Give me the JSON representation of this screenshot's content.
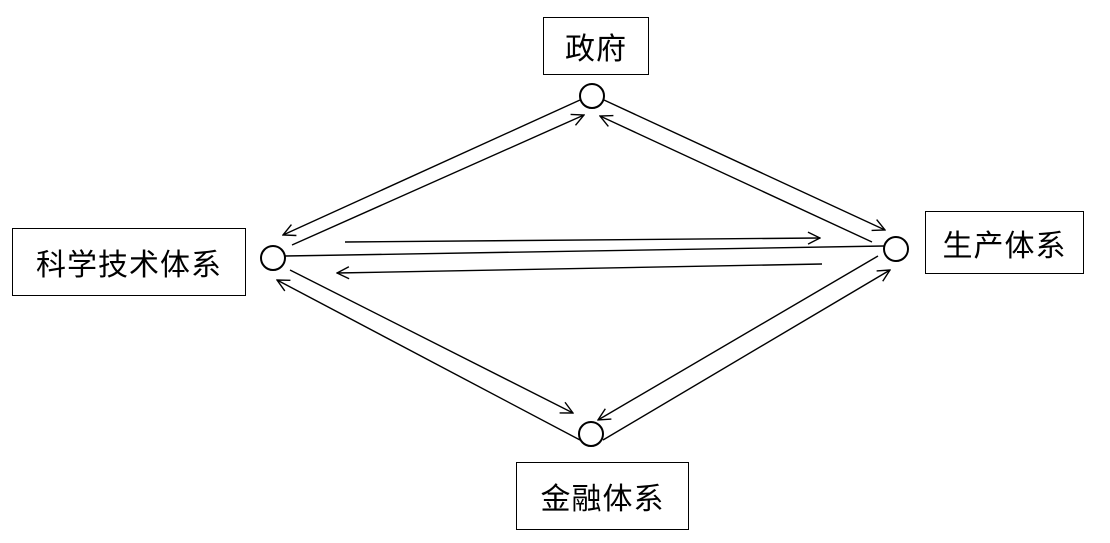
{
  "nodes": {
    "government": "政府",
    "science_tech": "科学技术体系",
    "production": "生产体系",
    "finance": "金融体系"
  },
  "edges": [
    {
      "from": "government",
      "to": "science_tech"
    },
    {
      "from": "science_tech",
      "to": "government"
    },
    {
      "from": "government",
      "to": "production"
    },
    {
      "from": "production",
      "to": "government"
    },
    {
      "from": "science_tech",
      "to": "production"
    },
    {
      "from": "production",
      "to": "science_tech"
    },
    {
      "from": "science_tech",
      "to": "finance"
    },
    {
      "from": "finance",
      "to": "science_tech"
    },
    {
      "from": "production",
      "to": "finance"
    },
    {
      "from": "finance",
      "to": "production"
    }
  ],
  "colors": {
    "line": "#000000",
    "background": "#ffffff"
  }
}
